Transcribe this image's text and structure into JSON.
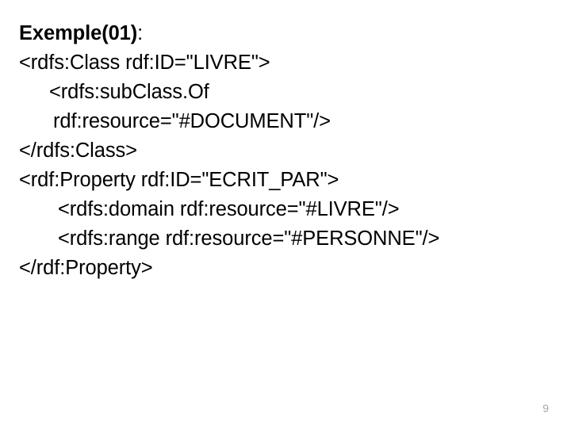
{
  "slide": {
    "background_color": "#ffffff",
    "text_color": "#000000",
    "heading": {
      "bold_part": "Exemple(01)",
      "suffix": ":"
    },
    "code_lines": [
      {
        "text": "<rdfs:Class rdf:ID=\"LIVRE\">",
        "indent": 0
      },
      {
        "text": "<rdfs:subClass.Of",
        "indent": 1
      },
      {
        "text": "rdf:resource=\"#DOCUMENT\"/>",
        "indent": 2
      },
      {
        "text": "</rdfs:Class>",
        "indent": 0
      },
      {
        "text": "<rdf:Property rdf:ID=\"ECRIT_PAR\">",
        "indent": 0
      },
      {
        "text": "<rdfs:domain rdf:resource=\"#LIVRE\"/>",
        "indent": 3
      },
      {
        "text": "<rdfs:range rdf:resource=\"#PERSONNE\"/>",
        "indent": 3
      },
      {
        "text": "</rdf:Property>",
        "indent": 0
      }
    ],
    "page_number": "9",
    "page_number_color": "#a6a6a6"
  }
}
